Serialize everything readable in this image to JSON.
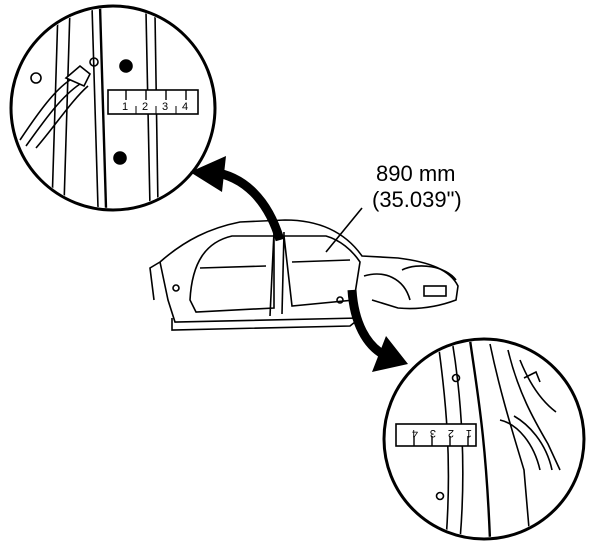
{
  "callout": {
    "metric": "890 mm",
    "imperial": "(35.039\")"
  },
  "scale_top": {
    "ticks": [
      "1",
      "2",
      "3",
      "4"
    ]
  },
  "scale_bottom": {
    "ticks": [
      "1",
      "2",
      "3",
      "4"
    ]
  },
  "colors": {
    "ink": "#000000",
    "paper": "#ffffff"
  }
}
